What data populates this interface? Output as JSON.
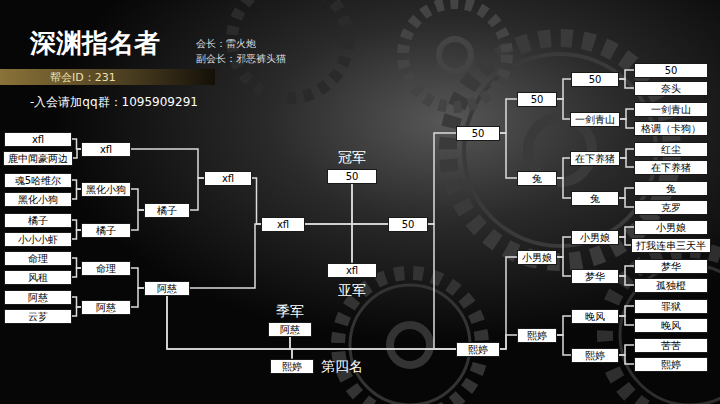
{
  "diagram": {
    "title": "深渊指名者",
    "nodes": [
      {
        "text": [
          "xfl"
        ]
      },
      {
        "text": [
          "鹿中闻豪两边"
        ]
      },
      {
        "text": [
          "魂5哈维尔"
        ]
      },
      {
        "text": [
          "黑化小狗"
        ]
      },
      {
        "text": [
          "橘子"
        ]
      },
      {
        "text": [
          "小小小虾"
        ]
      },
      {
        "text": [
          "命理"
        ]
      },
      {
        "text": [
          "风租"
        ]
      },
      {
        "text": [
          "阿慈"
        ]
      },
      {
        "text": [
          "云芗"
        ]
      },
      {
        "text": [
          "xfl"
        ]
      },
      {
        "text": [
          "黑化小狗"
        ]
      },
      {
        "text": [
          "橘子"
        ]
      },
      {
        "text": [
          "命理"
        ]
      },
      {
        "text": [
          "阿慈"
        ]
      },
      {
        "text": [
          "橘子"
        ]
      },
      {
        "text": [
          "阿慈"
        ]
      },
      {
        "text": [
          "xfl"
        ]
      },
      {
        "text": [
          "xfl"
        ]
      },
      {
        "text": [
          "50"
        ]
      },
      {
        "text": [
          "xfl"
        ]
      },
      {
        "text": [
          "50"
        ]
      },
      {
        "text": [
          "阿慈"
        ]
      },
      {
        "text": [
          "熙婷"
        ]
      },
      {
        "text": [
          "50"
        ]
      },
      {
        "text": [
          "熙婷"
        ]
      },
      {
        "text": [
          "50"
        ]
      },
      {
        "text": [
          "兔"
        ]
      },
      {
        "text": [
          "小男娘"
        ]
      },
      {
        "text": [
          "熙婷"
        ]
      },
      {
        "text": [
          "50"
        ]
      },
      {
        "text": [
          "一剑青山"
        ]
      },
      {
        "text": [
          "在下养猪"
        ]
      },
      {
        "text": [
          "兔"
        ]
      },
      {
        "text": [
          "小男娘"
        ]
      },
      {
        "text": [
          "梦华"
        ]
      },
      {
        "text": [
          "晚风"
        ]
      },
      {
        "text": [
          "熙婷"
        ]
      },
      {
        "text": [
          "50"
        ]
      },
      {
        "text": [
          "奈头"
        ]
      },
      {
        "text": [
          "一剑青山"
        ]
      },
      {
        "text": [
          "格调（卡狗）"
        ]
      },
      {
        "text": [
          "红尘"
        ]
      },
      {
        "text": [
          "在下养猪"
        ]
      },
      {
        "text": [
          "兔"
        ]
      },
      {
        "text": [
          "克罗"
        ]
      },
      {
        "text": [
          "小男娘"
        ]
      },
      {
        "text": [
          "打我连串三天半"
        ]
      },
      {
        "text": [
          "梦华"
        ]
      },
      {
        "text": [
          "孤独橙"
        ]
      },
      {
        "text": [
          "罪狱"
        ]
      },
      {
        "text": [
          "晚风"
        ]
      },
      {
        "text": [
          "苦苦"
        ]
      },
      {
        "text": [
          "熙婷"
        ]
      }
    ],
    "edges": [
      {
        "from": 0,
        "to": 10,
        "arrow": "none"
      },
      {
        "from": 1,
        "to": 10,
        "arrow": "none"
      },
      {
        "from": 2,
        "to": 11,
        "arrow": "none"
      },
      {
        "from": 3,
        "to": 11,
        "arrow": "none"
      },
      {
        "from": 4,
        "to": 12,
        "arrow": "none"
      },
      {
        "from": 5,
        "to": 12,
        "arrow": "none"
      },
      {
        "from": 6,
        "to": 13,
        "arrow": "none"
      },
      {
        "from": 7,
        "to": 13,
        "arrow": "none"
      },
      {
        "from": 8,
        "to": 14,
        "arrow": "none"
      },
      {
        "from": 9,
        "to": 14,
        "arrow": "none"
      },
      {
        "from": 11,
        "to": 15,
        "arrow": "none"
      },
      {
        "from": 12,
        "to": 15,
        "arrow": "none"
      },
      {
        "from": 13,
        "to": 16,
        "arrow": "none"
      },
      {
        "from": 14,
        "to": 16,
        "arrow": "none"
      },
      {
        "from": 10,
        "to": 17,
        "arrow": "none"
      },
      {
        "from": 15,
        "to": 17,
        "arrow": "none"
      },
      {
        "from": 17,
        "to": 18,
        "arrow": "none"
      },
      {
        "from": 16,
        "to": 18,
        "arrow": "none"
      },
      {
        "from": 18,
        "to": 19,
        "arrow": "none"
      },
      {
        "from": 21,
        "to": 19,
        "arrow": "none"
      },
      {
        "from": 18,
        "to": 20,
        "arrow": "none"
      },
      {
        "from": 21,
        "to": 20,
        "arrow": "none"
      },
      {
        "from": 16,
        "to": 22,
        "arrow": "none"
      },
      {
        "from": 25,
        "to": 22,
        "arrow": "none"
      },
      {
        "from": 16,
        "to": 23,
        "arrow": "none"
      },
      {
        "from": 25,
        "to": 23,
        "arrow": "none"
      },
      {
        "from": 38,
        "to": 30,
        "arrow": "none"
      },
      {
        "from": 39,
        "to": 30,
        "arrow": "none"
      },
      {
        "from": 40,
        "to": 31,
        "arrow": "none"
      },
      {
        "from": 41,
        "to": 31,
        "arrow": "none"
      },
      {
        "from": 42,
        "to": 32,
        "arrow": "none"
      },
      {
        "from": 43,
        "to": 32,
        "arrow": "none"
      },
      {
        "from": 44,
        "to": 33,
        "arrow": "none"
      },
      {
        "from": 45,
        "to": 33,
        "arrow": "none"
      },
      {
        "from": 46,
        "to": 34,
        "arrow": "none"
      },
      {
        "from": 47,
        "to": 34,
        "arrow": "none"
      },
      {
        "from": 48,
        "to": 35,
        "arrow": "none"
      },
      {
        "from": 49,
        "to": 35,
        "arrow": "none"
      },
      {
        "from": 50,
        "to": 36,
        "arrow": "none"
      },
      {
        "from": 51,
        "to": 36,
        "arrow": "none"
      },
      {
        "from": 52,
        "to": 37,
        "arrow": "none"
      },
      {
        "from": 53,
        "to": 37,
        "arrow": "none"
      },
      {
        "from": 30,
        "to": 26,
        "arrow": "none"
      },
      {
        "from": 31,
        "to": 26,
        "arrow": "none"
      },
      {
        "from": 32,
        "to": 27,
        "arrow": "none"
      },
      {
        "from": 33,
        "to": 27,
        "arrow": "none"
      },
      {
        "from": 34,
        "to": 28,
        "arrow": "none"
      },
      {
        "from": 35,
        "to": 28,
        "arrow": "none"
      },
      {
        "from": 36,
        "to": 29,
        "arrow": "none"
      },
      {
        "from": 37,
        "to": 29,
        "arrow": "none"
      },
      {
        "from": 26,
        "to": 24,
        "arrow": "none"
      },
      {
        "from": 27,
        "to": 24,
        "arrow": "none"
      },
      {
        "from": 28,
        "to": 25,
        "arrow": "none"
      },
      {
        "from": 29,
        "to": 25,
        "arrow": "none"
      },
      {
        "from": 24,
        "to": 21,
        "arrow": "none"
      },
      {
        "from": 25,
        "to": 21,
        "arrow": "none"
      }
    ],
    "labels": [
      "会长：雷火炮",
      "副会长：邪恶裤头猫",
      "帮会ID：231",
      "-入会请加qq群：1095909291",
      "冠军",
      "亚军",
      "季军",
      "第四名"
    ]
  }
}
